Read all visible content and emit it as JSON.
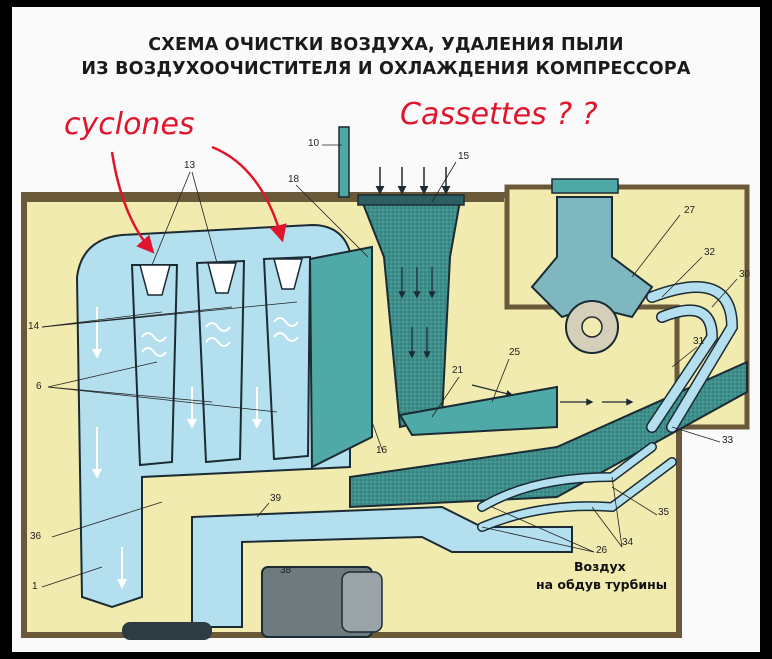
{
  "title": {
    "line1": "СХЕМА ОЧИСТКИ ВОЗДУХА, УДАЛЕНИЯ ПЫЛИ",
    "line2": "ИЗ ВОЗДУХООЧИСТИТЕЛЯ И ОХЛАЖДЕНИЯ КОМПРЕССОРА"
  },
  "annotations": {
    "cyclones": "cyclones",
    "cassettes": "Cassettes ? ?"
  },
  "callouts": {
    "c10": "10",
    "c13": "13",
    "c15": "15",
    "c18": "18",
    "c27": "27",
    "c32": "32",
    "c30": "30",
    "c14": "14",
    "c6": "6",
    "c21": "21",
    "c25": "25",
    "c31": "31",
    "c16": "16",
    "c33": "33",
    "c36": "36",
    "c39": "39",
    "c35": "35",
    "c34": "34",
    "c26": "26",
    "c38": "38",
    "c1": "1"
  },
  "labels": {
    "air_line1": "Воздух",
    "air_line2": "на обдув турбины"
  },
  "colors": {
    "air_channel": "#b4dfee",
    "filter_teal": "#4fa9a6",
    "housing_yellow": "#f2ebb0",
    "frame_brown": "#6b5a3a",
    "outline": "#1b2b33",
    "annotation_red": "#e0142a",
    "background": "#fafafa"
  }
}
